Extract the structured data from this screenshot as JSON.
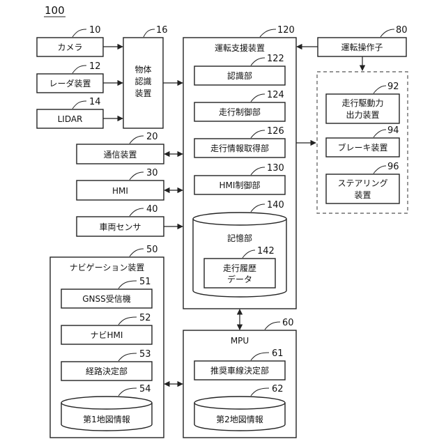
{
  "figure_number": "100",
  "refs": {
    "camera": "10",
    "radar": "12",
    "lidar": "14",
    "object_recognition": "16",
    "communication": "20",
    "hmi": "30",
    "vehicle_sensor": "40",
    "navigation": "50",
    "gnss": "51",
    "navi_hmi": "52",
    "route_determination": "53",
    "first_map": "54",
    "mpu": "60",
    "recommended_lane": "61",
    "second_map": "62",
    "driving_operator": "80",
    "driving_force_output": "92",
    "brake": "94",
    "steering": "96",
    "driving_support": "120",
    "recognition": "122",
    "travel_control": "124",
    "travel_info_acquisition": "126",
    "hmi_control": "130",
    "storage": "140",
    "travel_history": "142"
  },
  "labels": {
    "camera": "カメラ",
    "radar": "レーダ装置",
    "lidar": "LIDAR",
    "object_recognition": [
      "物体",
      "認識",
      "装置"
    ],
    "communication": "通信装置",
    "hmi": "HMI",
    "vehicle_sensor": "車両センサ",
    "navigation": "ナビゲーション装置",
    "gnss": "GNSS受信機",
    "navi_hmi": "ナビHMI",
    "route_determination": "経路決定部",
    "first_map": "第1地図情報",
    "mpu": "MPU",
    "recommended_lane": "推奨車線決定部",
    "second_map": "第2地図情報",
    "driving_operator": "運転操作子",
    "driving_force_output": [
      "走行駆動力",
      "出力装置"
    ],
    "brake": "ブレーキ装置",
    "steering": [
      "ステアリング",
      "装置"
    ],
    "driving_support": "運転支援装置",
    "recognition": "認識部",
    "travel_control": "走行制御部",
    "travel_info_acquisition": "走行情報取得部",
    "hmi_control": "HMI制御部",
    "storage": "記憶部",
    "travel_history": [
      "走行履歴",
      "データ"
    ]
  }
}
